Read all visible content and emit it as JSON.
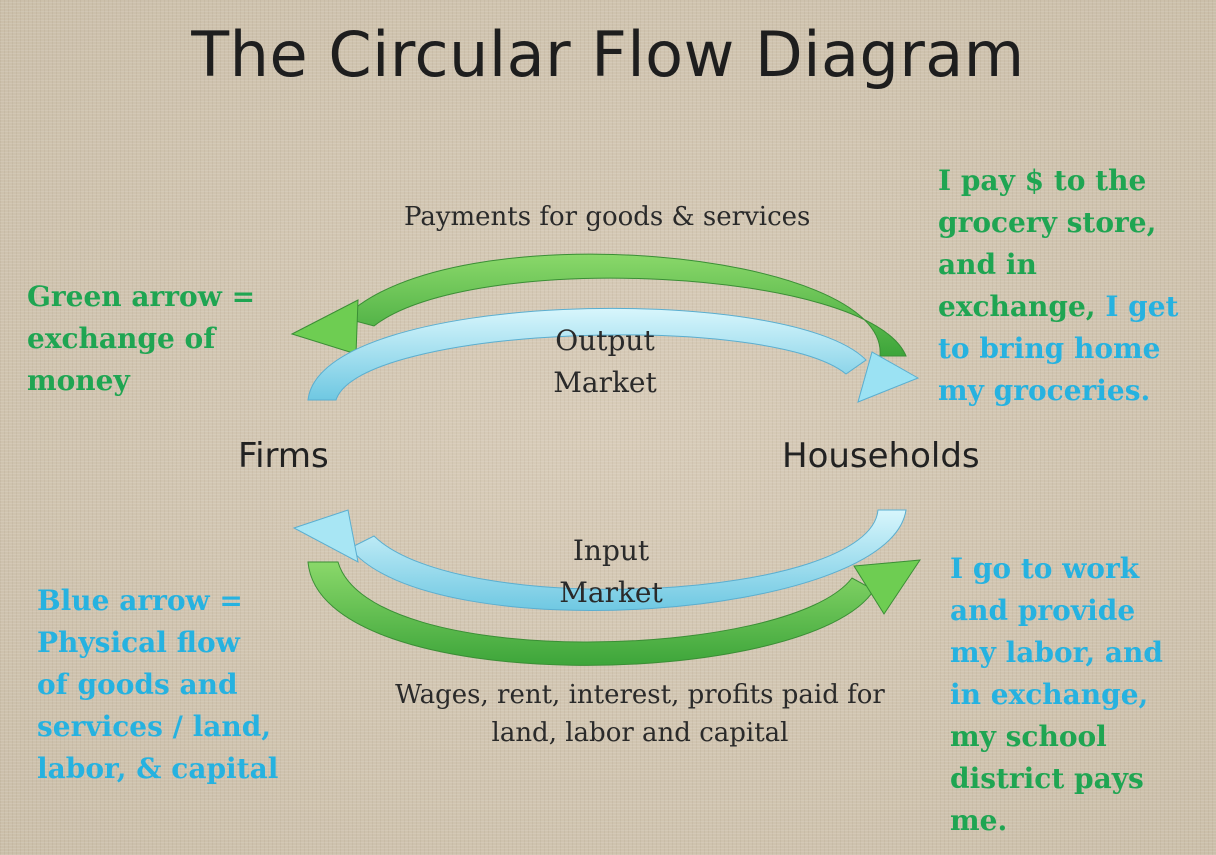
{
  "title": "The Circular Flow Diagram",
  "nodes": {
    "firms": "Firms",
    "households": "Households"
  },
  "markets": {
    "output_line1": "Output",
    "output_line2": "Market",
    "input_line1": "Input",
    "input_line2": "Market"
  },
  "flows": {
    "payments": "Payments for goods & services",
    "wages_line1": "Wages, rent, interest, profits paid for",
    "wages_line2": "land, labor and capital"
  },
  "legend": {
    "green_line1": "Green arrow =",
    "green_line2": "exchange of",
    "green_line3": "money",
    "blue_line1": "Blue arrow =",
    "blue_line2": "Physical flow",
    "blue_line3": "of goods and",
    "blue_line4": "services / land,",
    "blue_line5": "labor, & capital"
  },
  "example_top": {
    "line1": "I pay $ to the",
    "line2": "grocery store,",
    "line3": "and in",
    "line4_green": "exchange,",
    "line4_blue": "I get",
    "line5": "to bring home",
    "line6": "my groceries."
  },
  "example_bottom": {
    "line1": "I go to work",
    "line2": "and provide",
    "line3": "my labor, and",
    "line4": "in exchange,",
    "line5": "my school",
    "line6": "district pays",
    "line7": "me."
  },
  "colors": {
    "green_arrow": "#5bc24a",
    "blue_arrow": "#8fdcf0",
    "green_text": "#1fa552",
    "blue_text": "#26b2e0"
  }
}
